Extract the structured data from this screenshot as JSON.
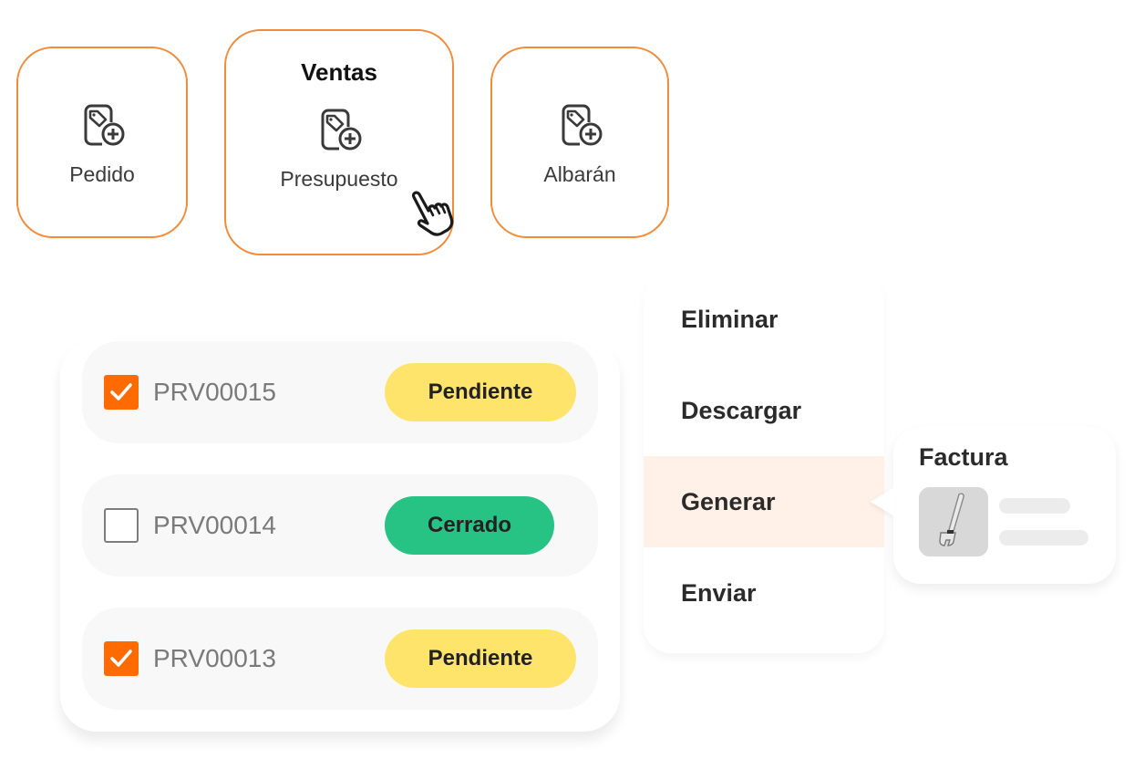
{
  "section_title": "Ventas",
  "cards": [
    {
      "label": "Pedido",
      "icon": "document-tag-add-icon"
    },
    {
      "label": "Presupuesto",
      "icon": "document-tag-add-icon",
      "selected": true
    },
    {
      "label": "Albarán",
      "icon": "document-tag-add-icon"
    }
  ],
  "colors": {
    "card_border": "#f28b3a",
    "checkbox_checked": "#ff6b00",
    "badge_pending": "#ffe46c",
    "badge_closed": "#26c384",
    "menu_active_bg": "#fff1e7"
  },
  "list": {
    "rows": [
      {
        "code": "PRV00015",
        "checked": true,
        "status": "Pendiente"
      },
      {
        "code": "PRV00014",
        "checked": false,
        "status": "Cerrado"
      },
      {
        "code": "PRV00013",
        "checked": true,
        "status": "Pendiente"
      }
    ]
  },
  "context_menu": {
    "items": [
      {
        "label": "Eliminar"
      },
      {
        "label": "Descargar"
      },
      {
        "label": "Generar",
        "active": true
      },
      {
        "label": "Enviar"
      }
    ]
  },
  "submenu": {
    "title": "Factura",
    "thumbnail": "wrench-image"
  }
}
